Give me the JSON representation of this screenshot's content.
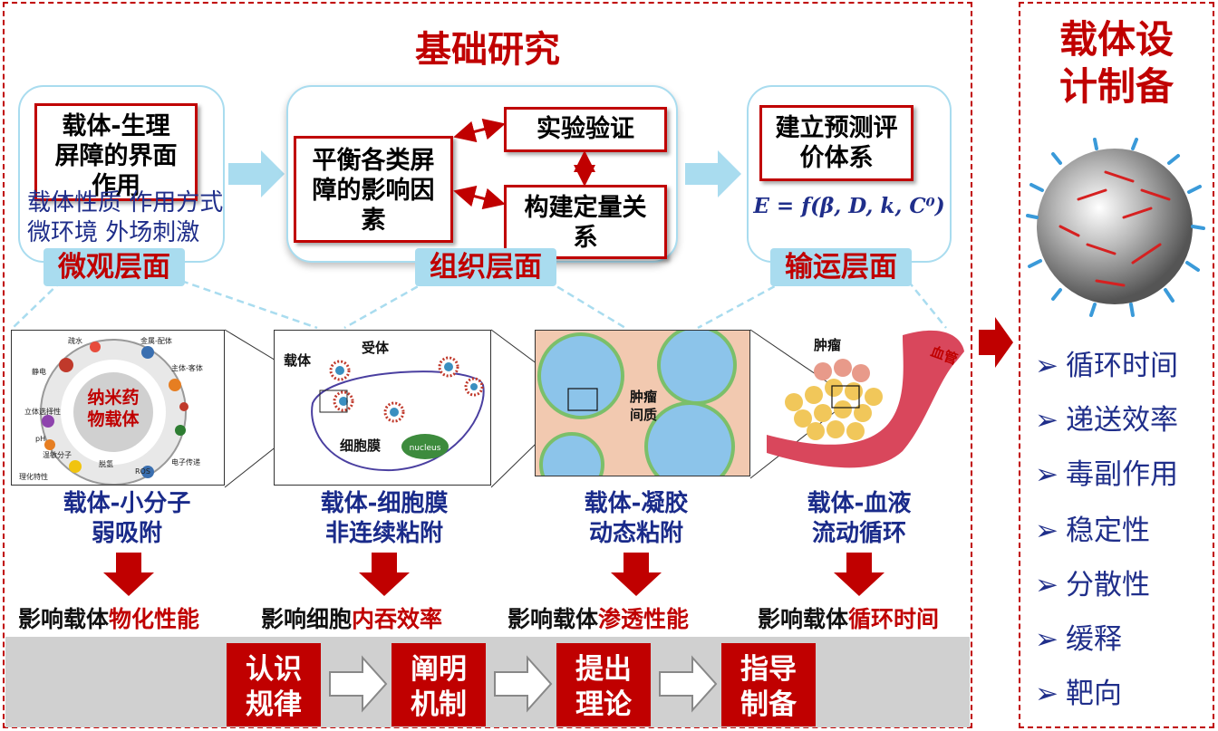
{
  "main_title": "基础研究",
  "panels": {
    "micro": {
      "box_lines": [
        "载体-生理",
        "屏障的界面",
        "作用"
      ],
      "factors": [
        "载体性质 作用方式",
        "微环境  外场刺激"
      ],
      "pill": "微观层面"
    },
    "tissue": {
      "box_main_lines": [
        "平衡各类屏",
        "障的影响因",
        "素"
      ],
      "box_verify": "实验验证",
      "box_quant_lines": [
        "构建定量关",
        "系"
      ],
      "pill": "组织层面"
    },
    "transport": {
      "box_lines": [
        "建立预测评",
        "价体系"
      ],
      "formula": "E = f(β, D, k, C⁰)",
      "pill": "输运层面"
    }
  },
  "images": {
    "img1": {
      "center_line1": "纳米药",
      "center_line2": "物载体",
      "tiny_labels": [
        "疏水",
        "静电",
        "立体选择性",
        "pH",
        "温敏分子",
        "理化特性",
        "金属-配体",
        "主体-客体",
        "ROS",
        "电子传递",
        "脱氢"
      ]
    },
    "img2": {
      "carrier": "载体",
      "receptor": "受体",
      "membrane": "细胞膜",
      "nucleus": "nucleus"
    },
    "img3": {
      "interstitium_line1": "肿瘤",
      "interstitium_line2": "间质"
    },
    "img4": {
      "tumor": "肿瘤",
      "vessel": "血管"
    }
  },
  "captions": [
    {
      "line1": "载体-小分子",
      "line2": "弱吸附"
    },
    {
      "line1": "载体-细胞膜",
      "line2": "非连续粘附"
    },
    {
      "line1": "载体-凝胶",
      "line2": "动态粘附"
    },
    {
      "line1": "载体-血液",
      "line2": "流动循环"
    }
  ],
  "effects": [
    {
      "prefix": "影响载体",
      "highlight": "物化性能"
    },
    {
      "prefix": "影响细胞",
      "highlight": "内吞效率"
    },
    {
      "prefix": "影响载体",
      "highlight": "渗透性能"
    },
    {
      "prefix": "影响载体",
      "highlight": "循环时间"
    }
  ],
  "steps": [
    {
      "line1": "认识",
      "line2": "规律"
    },
    {
      "line1": "阐明",
      "line2": "机制"
    },
    {
      "line1": "提出",
      "line2": "理论"
    },
    {
      "line1": "指导",
      "line2": "制备"
    }
  ],
  "right": {
    "title_line1": "载体设",
    "title_line2": "计制备",
    "bullet_marker": "➢",
    "bullets": [
      "循环时间",
      "递送效率",
      "毒副作用",
      "稳定性",
      "分散性",
      "缓释",
      "靶向"
    ]
  },
  "colors": {
    "accent_red": "#c00000",
    "panel_blue": "#a9dcef",
    "navy_text": "#1f2e8a",
    "bar_gray": "#d0d0d0"
  }
}
